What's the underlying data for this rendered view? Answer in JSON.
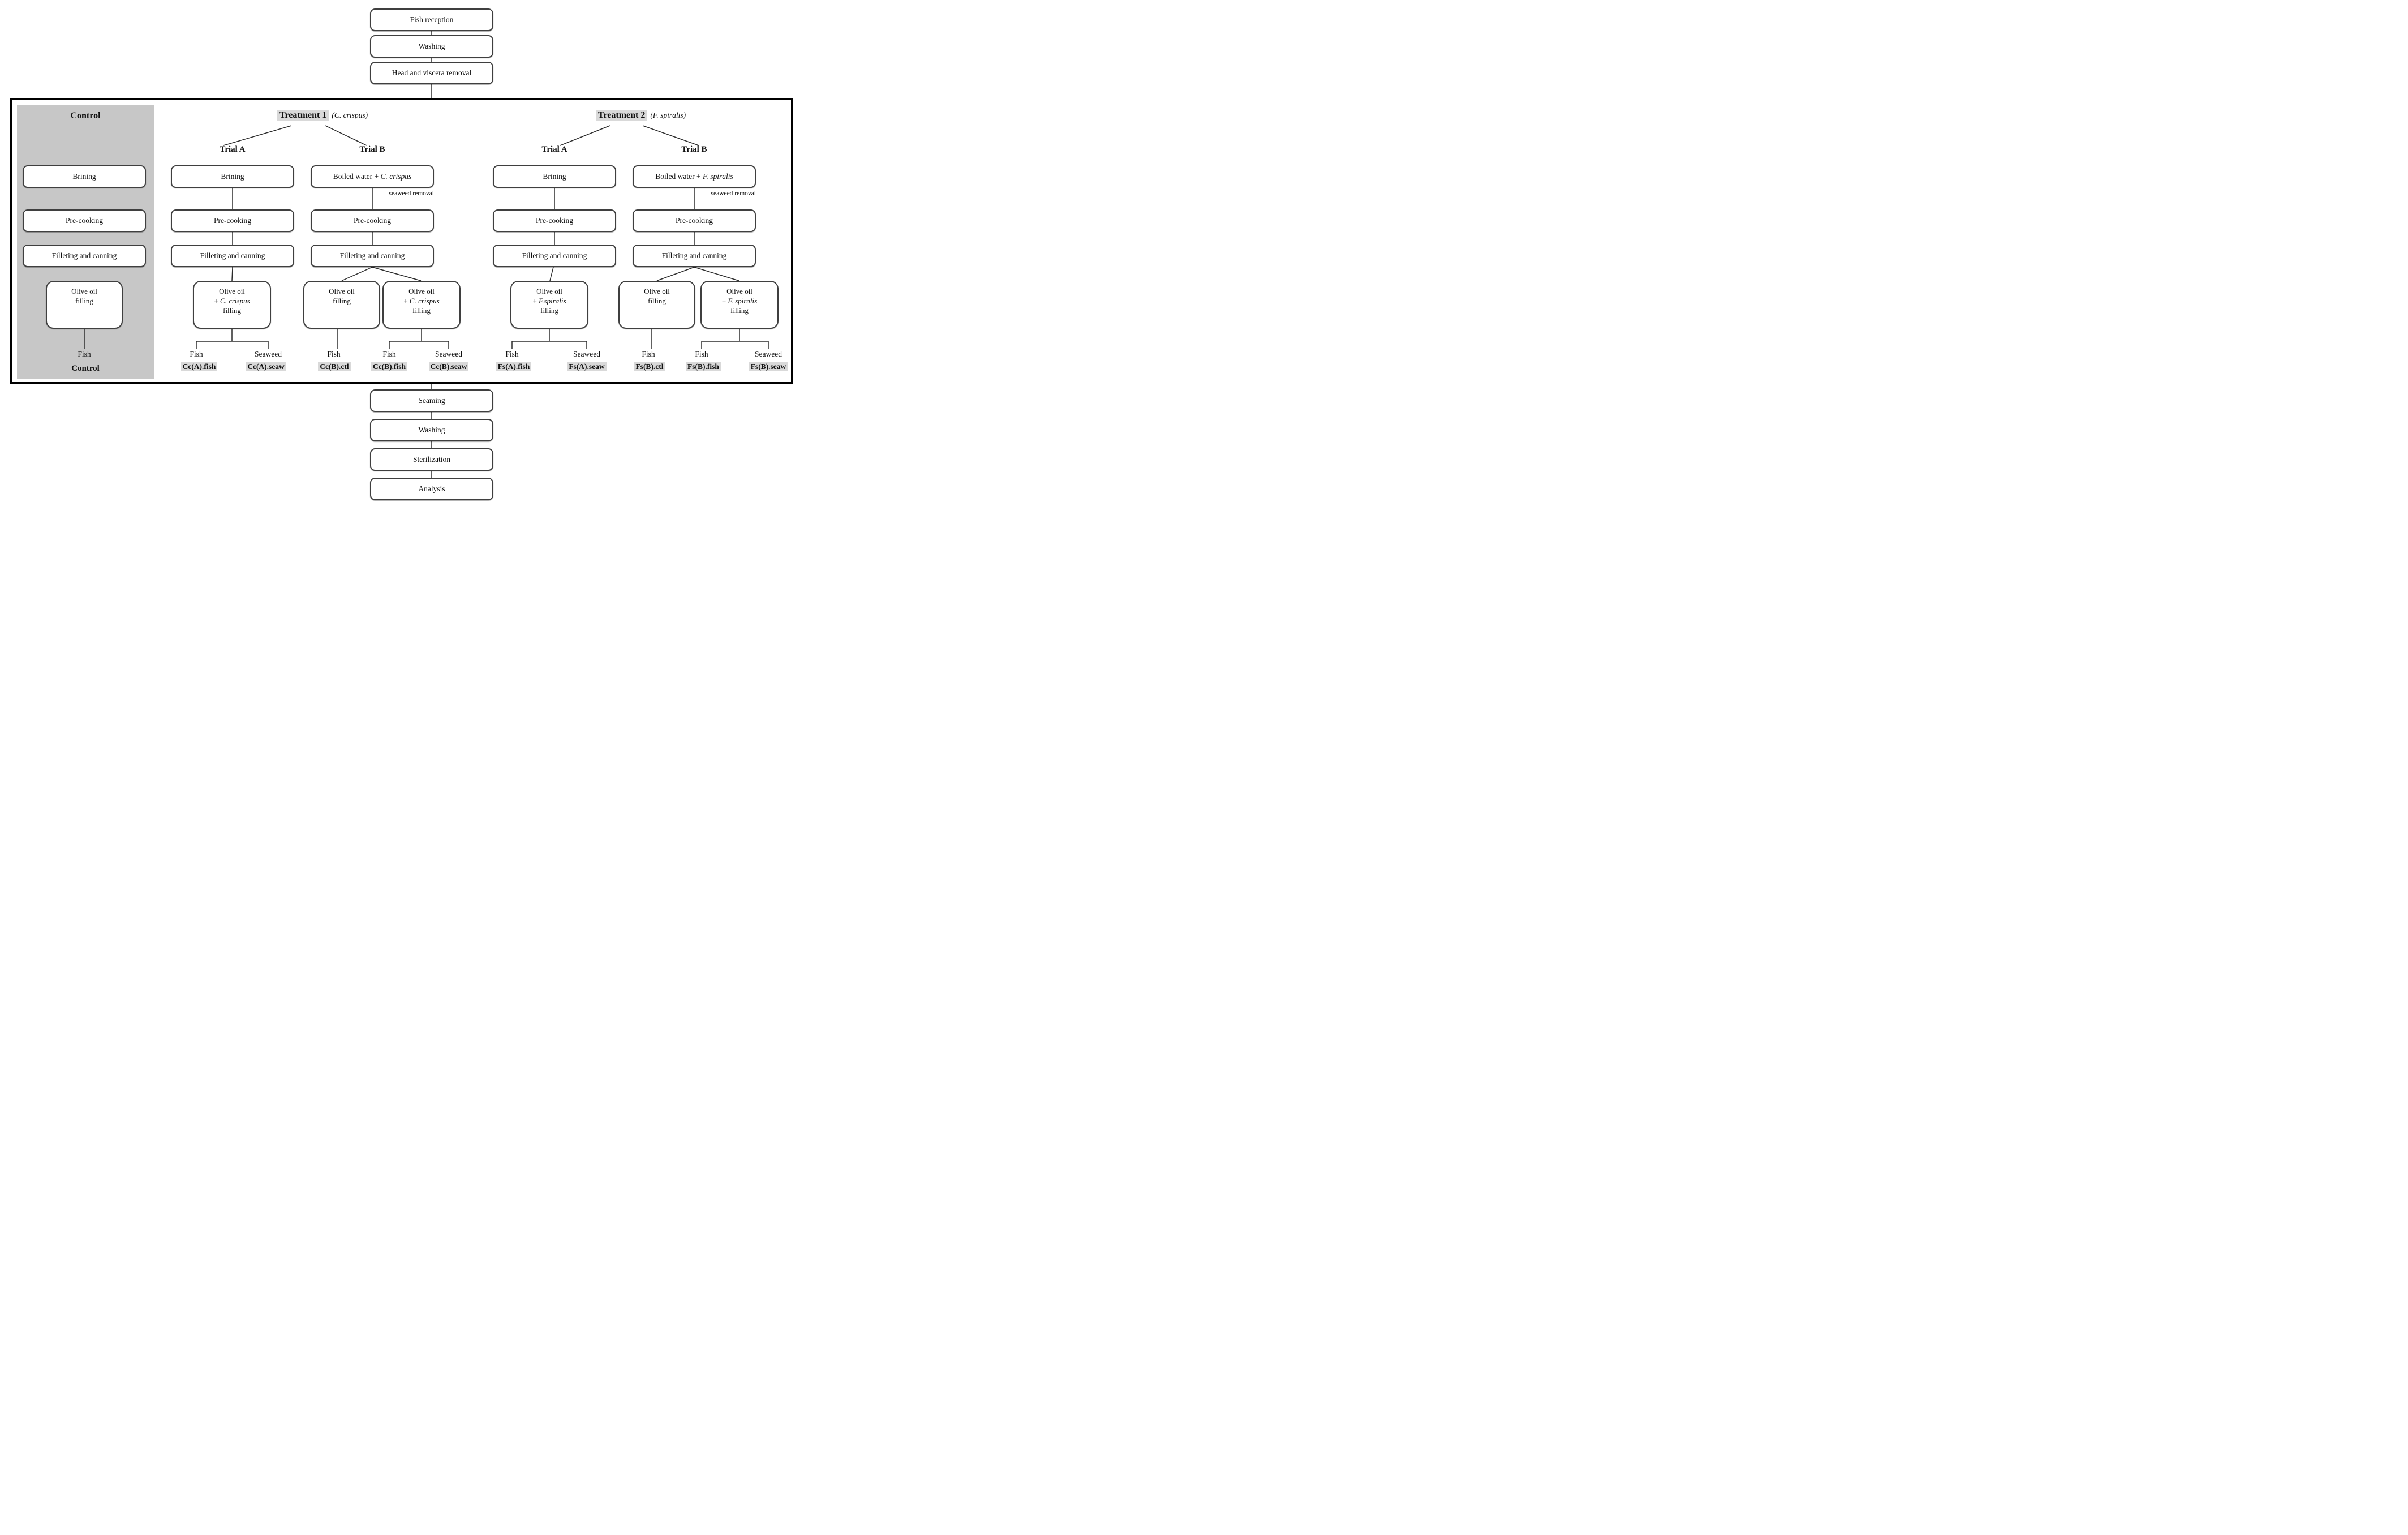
{
  "colors": {
    "panel_gray": "#c7c7c7",
    "highlight_gray": "#d9d9d9",
    "box_border": "#3f3f3f",
    "outer_border": "#000000"
  },
  "top_chain": {
    "boxes": [
      "Fish reception",
      "Washing",
      "Head and viscera removal"
    ]
  },
  "bottom_chain": {
    "boxes": [
      "Seaming",
      "Washing",
      "Sterilization",
      "Analysis"
    ]
  },
  "control": {
    "title": "Control",
    "steps": [
      "Brining",
      "Pre-cooking",
      "Filleting and canning"
    ],
    "olive": {
      "line1": "Olive oil",
      "line2": "filling"
    },
    "output_word": "Fish",
    "footer": "Control"
  },
  "treatment1": {
    "name": "Treatment 1",
    "species": "(C. crispus)",
    "trialA": {
      "label": "Trial A",
      "steps": [
        "Brining",
        "Pre-cooking",
        "Filleting and canning"
      ],
      "olive": {
        "line1": "Olive oil",
        "plus": "+ ",
        "species": "C. crispus",
        "line3": "filling"
      },
      "outputs": [
        {
          "word": "Fish",
          "code": "Cc(A).fish"
        },
        {
          "word": "Seaweed",
          "code": "Cc(A).seaw"
        }
      ]
    },
    "trialB": {
      "label": "Trial B",
      "boil_prefix": "Boiled water + ",
      "boil_species": "C. crispus",
      "note": "seaweed removal",
      "steps": [
        "Pre-cooking",
        "Filleting and canning"
      ],
      "olive_ctl": {
        "line1": "Olive oil",
        "line2": "filling"
      },
      "olive_sw": {
        "line1": "Olive oil",
        "plus": "+ ",
        "species": "C. crispus",
        "line3": "filling"
      },
      "output_ctl": {
        "word": "Fish",
        "code": "Cc(B).ctl"
      },
      "outputs": [
        {
          "word": "Fish",
          "code": "Cc(B).fish"
        },
        {
          "word": "Seaweed",
          "code": "Cc(B).seaw"
        }
      ]
    }
  },
  "treatment2": {
    "name": "Treatment 2",
    "species": "(F. spiralis)",
    "trialA": {
      "label": "Trial A",
      "steps": [
        "Brining",
        "Pre-cooking",
        "Filleting and canning"
      ],
      "olive": {
        "line1": "Olive oil",
        "plus": "+ ",
        "species": "F.spiralis",
        "line3": "filling"
      },
      "outputs": [
        {
          "word": "Fish",
          "code": "Fs(A).fish"
        },
        {
          "word": "Seaweed",
          "code": "Fs(A).seaw"
        }
      ]
    },
    "trialB": {
      "label": "Trial B",
      "boil_prefix": "Boiled water + ",
      "boil_species": "F. spiralis",
      "note": "seaweed removal",
      "steps": [
        "Pre-cooking",
        "Filleting and canning"
      ],
      "olive_ctl": {
        "line1": "Olive oil",
        "line2": "filling"
      },
      "olive_sw": {
        "line1": "Olive oil",
        "plus": "+ ",
        "species": "F. spiralis",
        "line3": "filling"
      },
      "output_ctl": {
        "word": "Fish",
        "code": "Fs(B).ctl"
      },
      "outputs": [
        {
          "word": "Fish",
          "code": "Fs(B).fish"
        },
        {
          "word": "Seaweed",
          "code": "Fs(B).seaw"
        }
      ]
    }
  }
}
